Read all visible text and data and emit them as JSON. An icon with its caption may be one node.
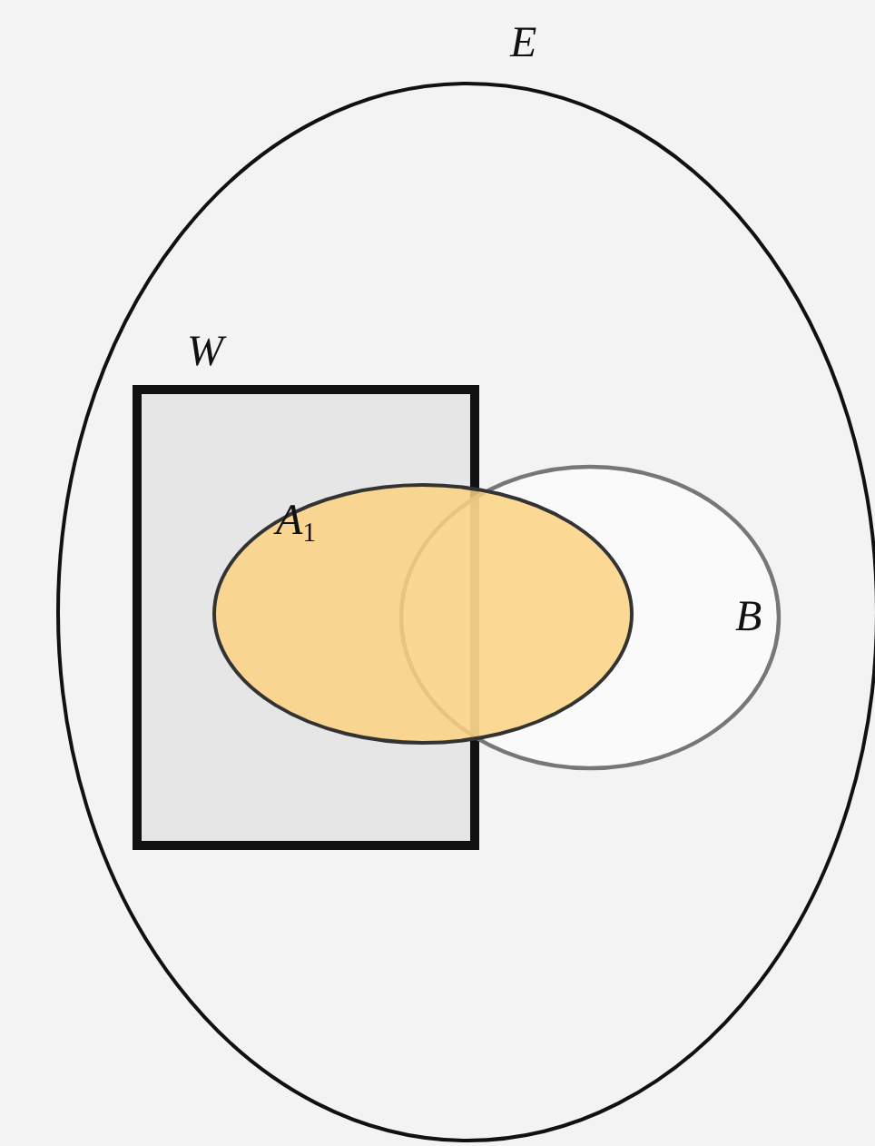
{
  "diagram": {
    "nodes": [
      {
        "text": [
          "E"
        ]
      },
      {
        "text": [
          "W"
        ],
        "in": 0
      },
      {
        "text": [
          "B"
        ],
        "in": 0
      },
      {
        "text": [
          "A$_{1}$"
        ],
        "in": 0
      }
    ],
    "edges": []
  }
}
